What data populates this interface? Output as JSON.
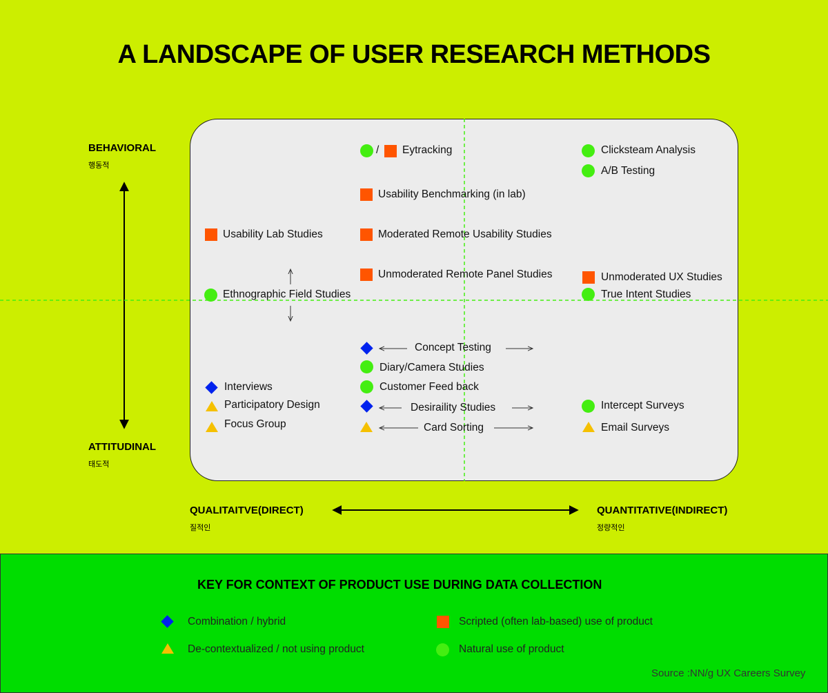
{
  "title": "A LANDSCAPE OF USER RESEARCH METHODS",
  "axes": {
    "behavioral": {
      "label": "BEHAVIORAL",
      "sub": "행동적"
    },
    "attitudinal": {
      "label": "ATTITUDINAL",
      "sub": "태도적"
    },
    "qualitative": {
      "label": "QUALITAITVE(DIRECT)",
      "sub": "질적인"
    },
    "quantitative": {
      "label": "QUANTITATIVE(INDIRECT)",
      "sub": "정량적인"
    }
  },
  "methods": {
    "eytracking": "Eytracking",
    "slash": "/",
    "clickstream": "Clicksteam Analysis",
    "ab_testing": "A/B Testing",
    "usability_benchmarking": "Usability Benchmarking (in lab)",
    "usability_lab": "Usability Lab Studies",
    "moderated_remote": "Moderated Remote Usability  Studies",
    "unmoderated_panel": "Unmoderated Remote Panel Studies",
    "unmoderated_ux": "Unmoderated UX Studies",
    "ethnographic": "Ethnographic Field Studies",
    "true_intent": "True Intent Studies",
    "concept_testing": "Concept Testing",
    "diary_camera": "Diary/Camera Studies",
    "customer_feedback": "Customer Feed back",
    "interviews": "Interviews",
    "participatory": "Participatory Design",
    "focus_group": "Focus Group",
    "desirability": "Desiraility Studies",
    "card_sorting": "Card Sorting",
    "intercept": "Intercept Surveys",
    "email": "Email Surveys"
  },
  "key": {
    "title": "KEY FOR CONTEXT OF PRODUCT USE DURING DATA COLLECTION",
    "hybrid": "Combination / hybrid",
    "decontext": "De-contextualized / not using product",
    "scripted": "Scripted (often lab-based) use of product",
    "natural": "Natural use of product"
  },
  "source": "Source :NN/g UX Careers Survey",
  "colors": {
    "background": "#ccee00",
    "key_background": "#00dd00",
    "natural": "#44ee11",
    "scripted": "#ff5500",
    "hybrid": "#0022ee",
    "decontextualized": "#f5c000"
  }
}
